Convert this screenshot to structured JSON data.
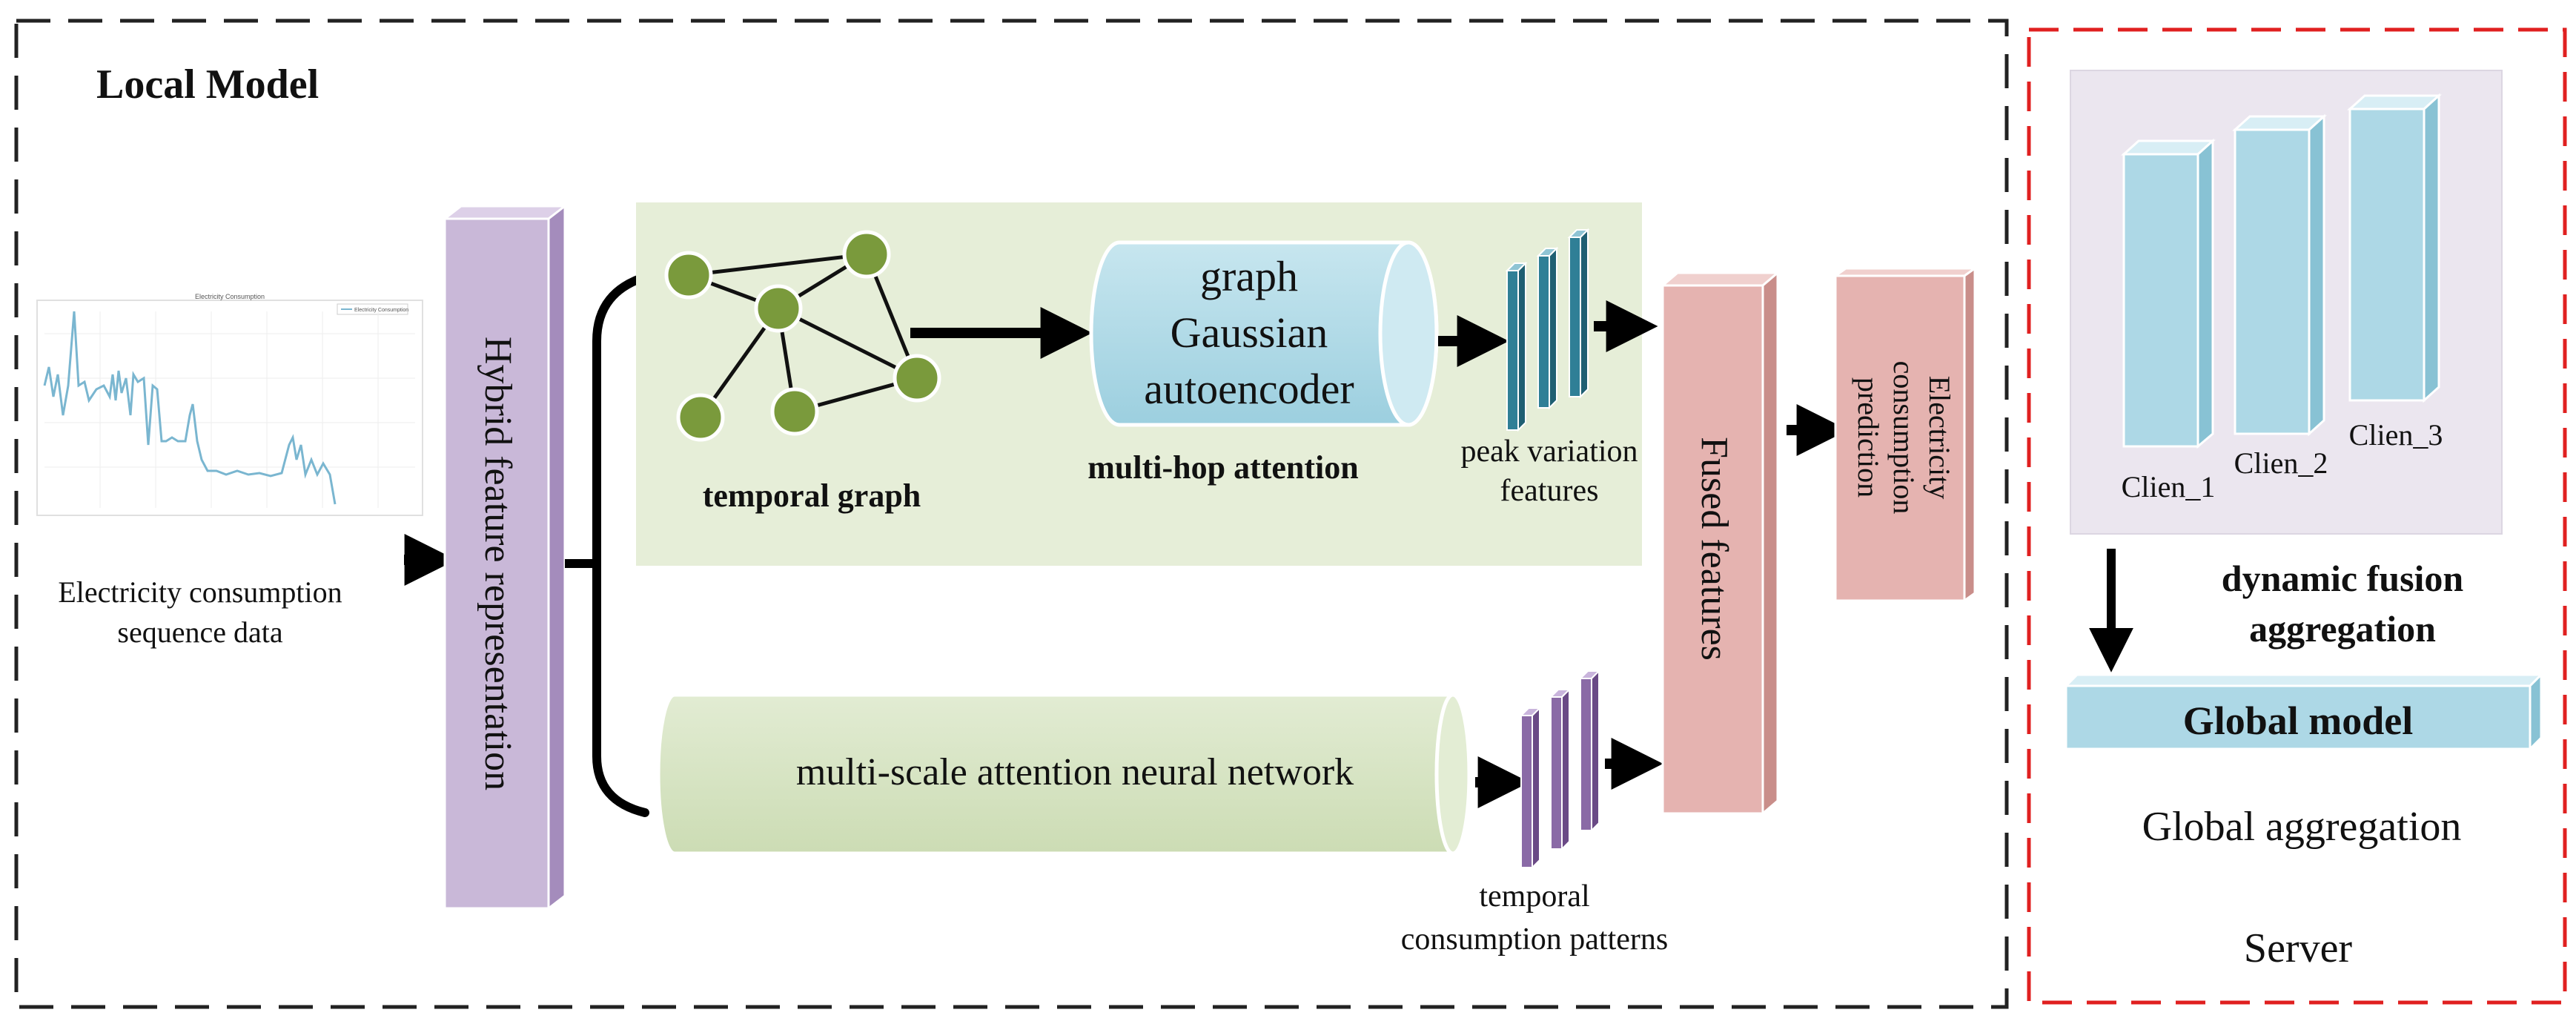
{
  "local": {
    "title": "Local Model",
    "input_label_line1": "Electricity consumption",
    "input_label_line2": "sequence data",
    "mini_chart_title": "Electricity Consumption",
    "mini_chart_legend": "Electricity Consumption",
    "hybrid_label": "Hybrid feature representation",
    "temporal_graph_label": "temporal graph",
    "gae_line1": "graph",
    "gae_line2": "Gaussian",
    "gae_line3": "autoencoder",
    "multihop_label": "multi-hop attention",
    "peak_line1": "peak variation",
    "peak_line2": "features",
    "msa_label": "multi-scale attention neural network",
    "temporal_patterns_line1": "temporal",
    "temporal_patterns_line2": "consumption patterns",
    "fused_label": "Fused features",
    "prediction_line1": "Electricity",
    "prediction_line2": "consumption",
    "prediction_line3": "prediction"
  },
  "server": {
    "client1": "Clien_1",
    "client2": "Clien_2",
    "client3": "Clien_3",
    "fusion_line1": "dynamic fusion",
    "fusion_line2": "aggregation",
    "global_model": "Global model",
    "global_aggregation": "Global aggregation",
    "server_label": "Server"
  },
  "colors": {
    "local_border": "#222222",
    "server_border": "#e02020",
    "hybrid_purple": "#c9b8d8",
    "graph_panel": "#e6eed8",
    "node_green": "#7a9a3c",
    "gae_blue": "#a9d8e6",
    "feature_teal": "#2f7f96",
    "feature_purple": "#8a6aa6",
    "fused_pink": "#e5b3b0",
    "msa_green": "#d8e6c4",
    "client_blue": "#add8e6",
    "server_panel": "#ebe6ef"
  }
}
